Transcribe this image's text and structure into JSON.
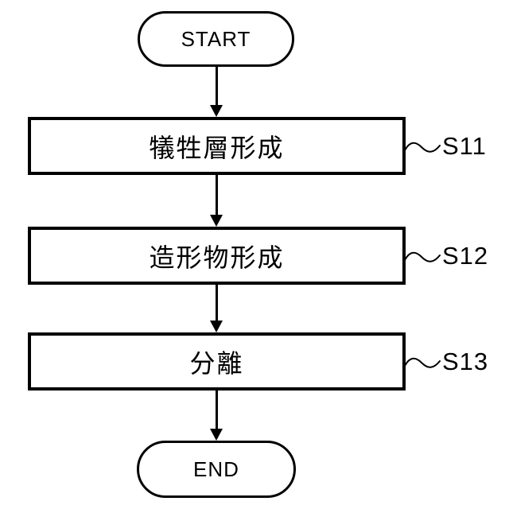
{
  "flow": {
    "title": "process-flowchart",
    "start_label": "START",
    "end_label": "END",
    "steps": [
      {
        "label": "犠牲層形成",
        "tag": "S11"
      },
      {
        "label": "造形物形成",
        "tag": "S12"
      },
      {
        "label": "分離",
        "tag": "S13"
      }
    ],
    "colors": {
      "line": "#000000",
      "background": "#ffffff"
    }
  }
}
